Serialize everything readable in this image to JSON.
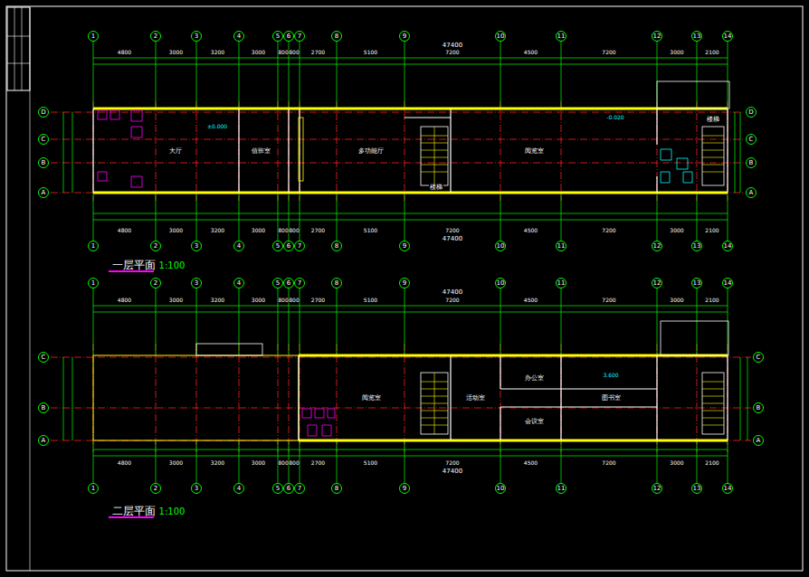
{
  "diagram": {
    "labels": [
      "1",
      "2",
      "3",
      "4",
      "5",
      "6",
      "7",
      "8",
      "9",
      "10",
      "11",
      "12",
      "13",
      "14",
      "1",
      "2",
      "3",
      "4",
      "5",
      "6",
      "7",
      "8",
      "9",
      "10",
      "11",
      "12",
      "13",
      "14",
      "1",
      "2",
      "3",
      "4",
      "5",
      "6",
      "7",
      "8",
      "9",
      "10",
      "11",
      "12",
      "13",
      "14",
      "1",
      "2",
      "3",
      "4",
      "5",
      "6",
      "7",
      "8",
      "9",
      "10",
      "11",
      "12",
      "13",
      "14",
      "D",
      "C",
      "B",
      "A",
      "D",
      "C",
      "B",
      "A",
      "C",
      "B",
      "A",
      "C",
      "B",
      "A",
      "47400",
      "47400",
      "47400",
      "47400",
      "4800",
      "3000",
      "3200",
      "3000",
      "800",
      "800",
      "2700",
      "5100",
      "7200",
      "4500",
      "7200",
      "3000",
      "2100",
      "4800",
      "3000",
      "3200",
      "3000",
      "800",
      "800",
      "2700",
      "5100",
      "7200",
      "4500",
      "7200",
      "3000",
      "2100",
      "4800",
      "3000",
      "3200",
      "3000",
      "800",
      "800",
      "2700",
      "5100",
      "7200",
      "4500",
      "7200",
      "3000",
      "2100",
      "4800",
      "3000",
      "3200",
      "3000",
      "800",
      "800",
      "2700",
      "5100",
      "7200",
      "4500",
      "7200",
      "3000",
      "2100",
      "一层平面",
      "1:100",
      "二层平面",
      "1:100",
      "大厅",
      "±0.000",
      "值班室",
      "多功能厅",
      "楼梯",
      "阅览室",
      "-0.020",
      "楼梯",
      "阅览室",
      "活动室",
      "办公室",
      "会议室",
      "图书室",
      "3.600"
    ]
  }
}
